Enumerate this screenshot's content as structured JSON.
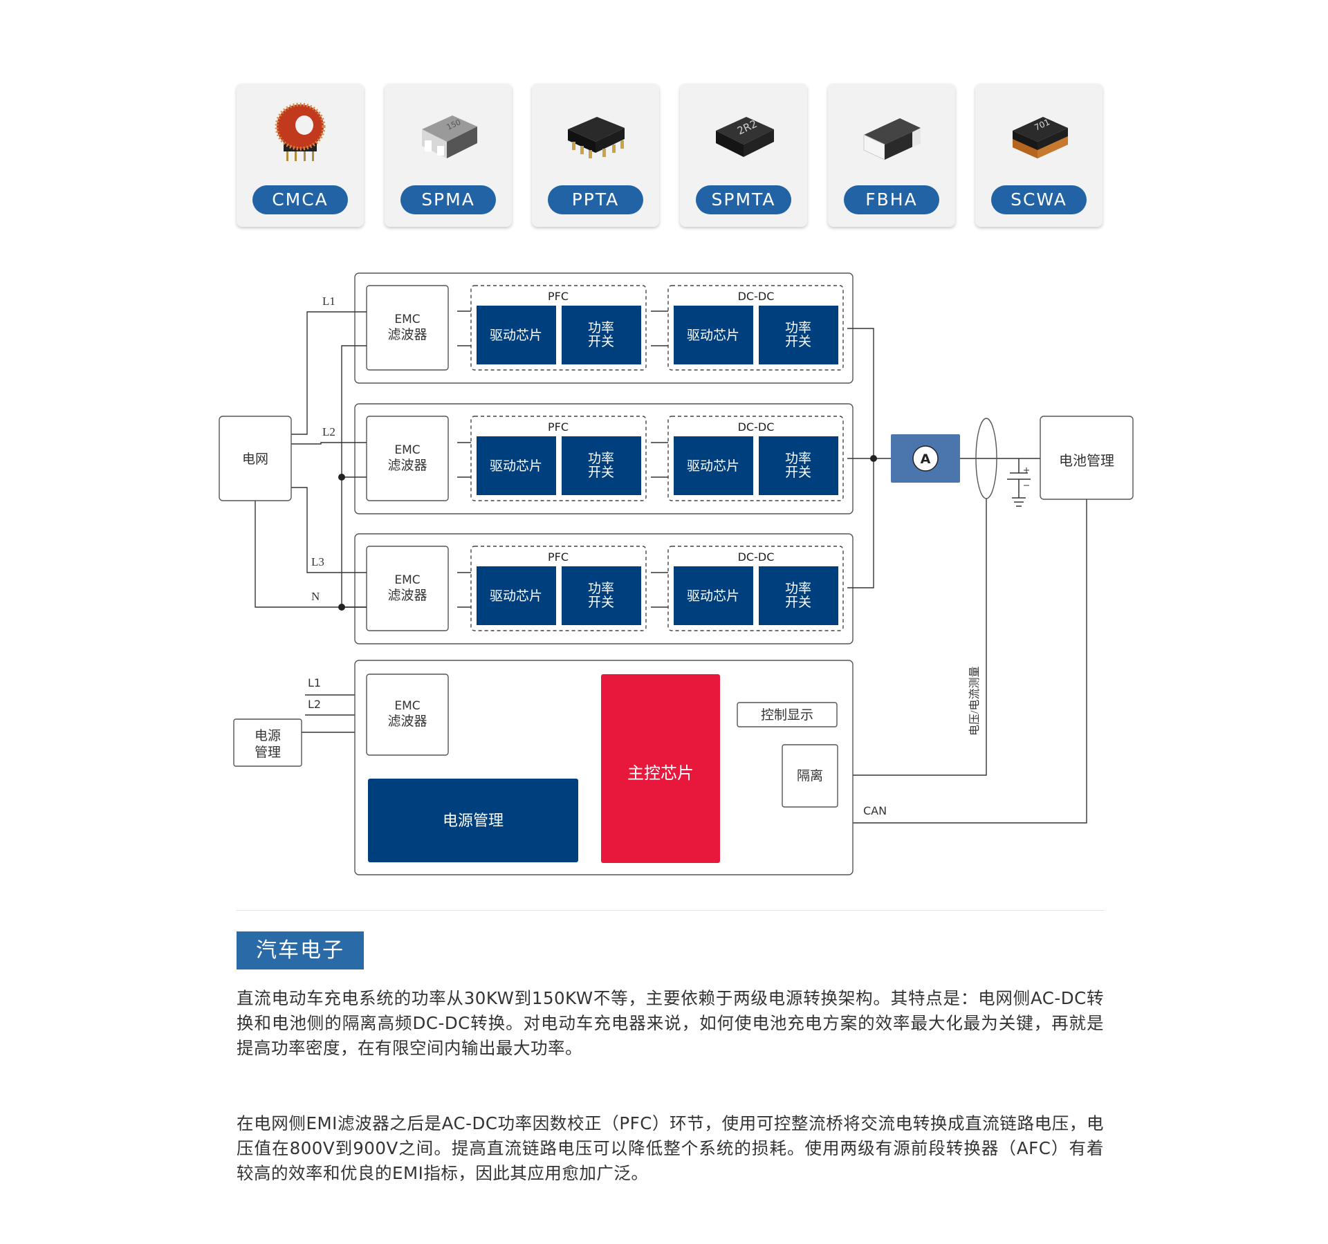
{
  "products": [
    {
      "label": "CMCA",
      "icon": "toroid-common-mode-choke-icon"
    },
    {
      "label": "SPMA",
      "icon": "smd-power-inductor-icon",
      "marking": "150"
    },
    {
      "label": "PPTA",
      "icon": "planar-transformer-icon"
    },
    {
      "label": "SPMTA",
      "icon": "molded-power-inductor-icon",
      "marking": "2R2"
    },
    {
      "label": "FBHA",
      "icon": "ferrite-bead-icon"
    },
    {
      "label": "SCWA",
      "icon": "wire-wound-chip-inductor-icon",
      "marking": "701"
    }
  ],
  "diagram": {
    "grid_label": "电网",
    "line_labels": {
      "l1": "L1",
      "l2": "L2",
      "l3": "L3",
      "n": "N"
    },
    "modules": [
      {
        "emc_line1": "EMC",
        "emc_line2": "滤波器",
        "pfc_title": "PFC",
        "dcdc_title": "DC-DC",
        "driver": "驱动芯片",
        "switch_line1": "功率",
        "switch_line2": "开关"
      },
      {
        "emc_line1": "EMC",
        "emc_line2": "滤波器",
        "pfc_title": "PFC",
        "dcdc_title": "DC-DC",
        "driver": "驱动芯片",
        "switch_line1": "功率",
        "switch_line2": "开关"
      },
      {
        "emc_line1": "EMC",
        "emc_line2": "滤波器",
        "pfc_title": "PFC",
        "dcdc_title": "DC-DC",
        "driver": "驱动芯片",
        "switch_line1": "功率",
        "switch_line2": "开关"
      }
    ],
    "ammeter": "A",
    "battery_mgmt": "电池管理",
    "power_mgmt_line1": "电源",
    "power_mgmt_line2": "管理",
    "control": {
      "l1": "L1",
      "l2": "L2",
      "emc_line1": "EMC",
      "emc_line2": "滤波器",
      "power_mgmt": "电源管理",
      "main_chip": "主控芯片",
      "display": "控制显示",
      "isolation": "隔离",
      "can": "CAN"
    },
    "measure_label": "电压/电流测量",
    "colors": {
      "module_blue": "#003f7d",
      "main_chip_red": "#e8183c",
      "ammeter_blue": "#4b76ad",
      "pill_blue": "#2163a5"
    }
  },
  "section": {
    "tag": "汽车电子",
    "paragraph1": "直流电动车充电系统的功率从30KW到150KW不等，主要依赖于两级电源转换架构。其特点是：电网侧AC-DC转换和电池侧的隔离高频DC-DC转换。对电动车充电器来说，如何使电池充电方案的效率最大化最为关键，再就是提高功率密度，在有限空间内输出最大功率。",
    "paragraph2": "在电网侧EMI滤波器之后是AC-DC功率因数校正（PFC）环节，使用可控整流桥将交流电转换成直流链路电压，电压值在800V到900V之间。提高直流链路电压可以降低整个系统的损耗。使用两级有源前段转换器（AFC）有着较高的效率和优良的EMI指标，因此其应用愈加广泛。"
  }
}
